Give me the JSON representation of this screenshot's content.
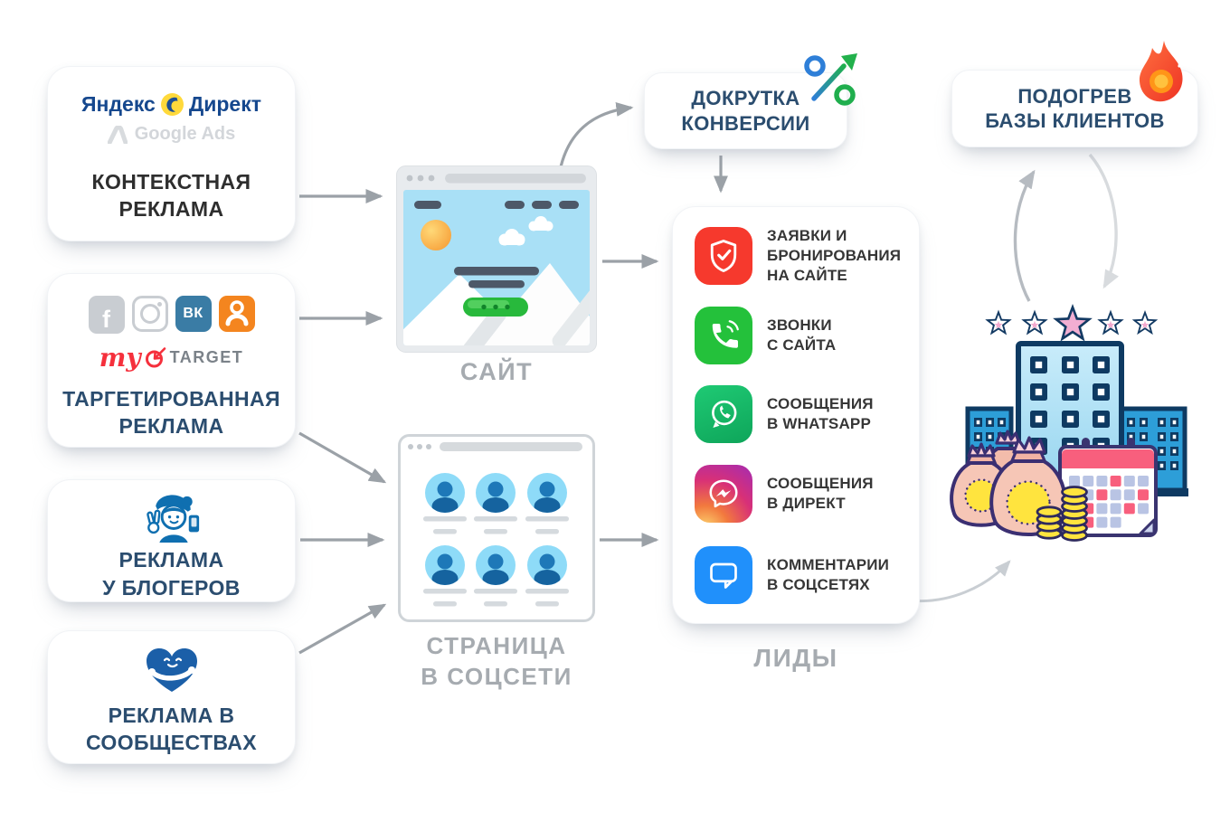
{
  "palette": {
    "navy_text": "#2b4d6f",
    "dark_text": "#2e2e2e",
    "grey_label": "#a6abb0",
    "arrow_grey": "#9ba1a7",
    "card_bg": "#ffffff",
    "lead_red": "#f6392d",
    "lead_green": "#24c13b",
    "lead_whatsapp": "#15b564",
    "lead_blue": "#2090fb",
    "yandex_blue": "#16488e",
    "yandex_yellow": "#ffd93b",
    "vk_blue": "#3a7ca5",
    "ok_orange": "#f4851f",
    "mytarget_red": "#f5303c",
    "sky_blue": "#a9e0f6",
    "button_green": "#28b93c",
    "star_navy": "#133a63",
    "star_pink": "#f3a9ce",
    "flame_red": "#ee3424"
  },
  "cards": {
    "contextual": {
      "logo_yandex_1": "Яндекс",
      "logo_yandex_2": "Директ",
      "logo_google": "Google Ads",
      "title_1": "КОНТЕКСТНАЯ",
      "title_2": "РЕКЛАМА"
    },
    "targeted": {
      "facebook_letter": "f",
      "vk_label": "ВК",
      "mytarget_my": "my",
      "mytarget_target": "TARGET",
      "title_1": "ТАРГЕТИРОВАННАЯ",
      "title_2": "РЕКЛАМА"
    },
    "bloggers": {
      "title_1": "РЕКЛАМА",
      "title_2": "У БЛОГЕРОВ"
    },
    "communities": {
      "title_1": "РЕКЛАМА В",
      "title_2": "СООБЩЕСТВАХ"
    }
  },
  "mockups": {
    "site": {
      "label": "САЙТ"
    },
    "social": {
      "label_1": "СТРАНИЦА",
      "label_2": "В СОЦСЕТИ"
    }
  },
  "conversion_card": {
    "title_1": "ДОКРУТКА",
    "title_2": "КОНВЕРСИИ",
    "icon": "percent-growth-arrow"
  },
  "warming_card": {
    "title_1": "ПОДОГРЕВ",
    "title_2": "БАЗЫ КЛИЕНТОВ",
    "icon": "flame"
  },
  "leads": {
    "label": "ЛИДЫ",
    "items": [
      {
        "icon": "shield-check",
        "line_1": "ЗАЯВКИ И",
        "line_2": "БРОНИРОВАНИЯ",
        "line_3": "НА САЙТЕ"
      },
      {
        "icon": "phone-call",
        "line_1": "ЗВОНКИ",
        "line_2": "С САЙТА"
      },
      {
        "icon": "whatsapp",
        "line_1": "СООБЩЕНИЯ",
        "line_2": "В WHATSAPP"
      },
      {
        "icon": "messenger-direct",
        "line_1": "СООБЩЕНИЯ",
        "line_2": "В ДИРЕКТ"
      },
      {
        "icon": "comment-bubble",
        "line_1": "КОММЕНТАРИИ",
        "line_2": "В СОЦСЕТЯХ"
      }
    ]
  }
}
